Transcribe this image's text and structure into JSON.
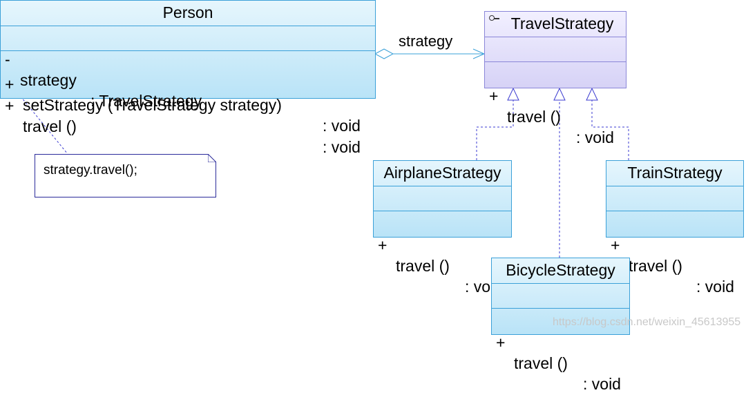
{
  "person": {
    "name": "Person",
    "attributes": [
      {
        "vis": "-",
        "name": "strategy",
        "type": ": TravelStrategy"
      }
    ],
    "operations": [
      {
        "vis": "+",
        "name": "setStrategy (TravelStrategy strategy)",
        "type": ": void"
      },
      {
        "vis": "+",
        "name": "travel ()",
        "type": ": void"
      }
    ]
  },
  "travel_strategy": {
    "name": "TravelStrategy",
    "icon": "interface-icon",
    "operations": [
      {
        "vis": "+",
        "name": "travel ()",
        "type": ": void"
      }
    ]
  },
  "airplane": {
    "name": "AirplaneStrategy",
    "operations": [
      {
        "vis": "+",
        "name": "travel ()",
        "type": ": void"
      }
    ]
  },
  "train": {
    "name": "TrainStrategy",
    "operations": [
      {
        "vis": "+",
        "name": "travel ()",
        "type": ": void"
      }
    ]
  },
  "bicycle": {
    "name": "BicycleStrategy",
    "operations": [
      {
        "vis": "+",
        "name": "travel ()",
        "type": ": void"
      }
    ]
  },
  "note": {
    "text": "strategy.travel();"
  },
  "association": {
    "label": "strategy"
  },
  "watermark": "https://blog.csdn.net/weixin_45613955",
  "colors": {
    "class_border": "#3aa0d8",
    "interface_border": "#8a86d8",
    "connector": "#3a3ad0",
    "association": "#3aa0d8"
  }
}
